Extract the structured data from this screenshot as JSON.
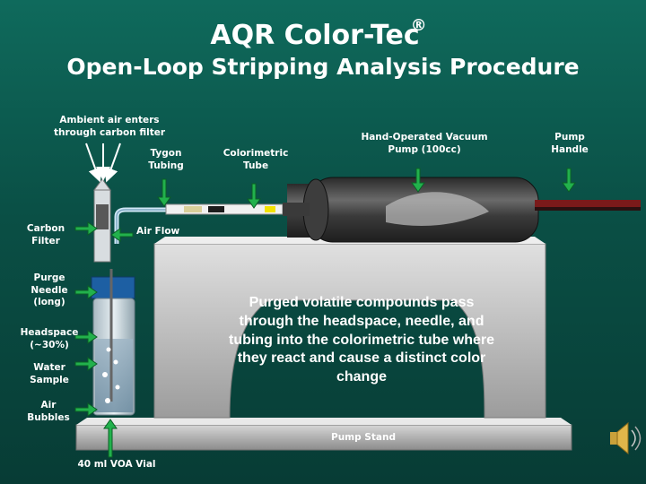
{
  "title": "AQR Color-Tec",
  "title_reg": "®",
  "subtitle": "Open-Loop Stripping Analysis Procedure",
  "labels": {
    "ambient_air": "Ambient air enters through carbon filter",
    "tygon_tubing": "Tygon Tubing",
    "colorimetric_tube": "Colorimetric Tube",
    "vacuum_pump": "Hand-Operated Vacuum Pump (100cc)",
    "pump_handle": "Pump Handle",
    "carbon_filter": "Carbon Filter",
    "air_flow": "Air Flow",
    "purge_needle": "Purge Needle (long)",
    "headspace": "Headspace (~30%)",
    "water_sample": "Water Sample",
    "air_bubbles": "Air Bubbles",
    "pump_stand": "Pump Stand",
    "voa_vial": "40 ml VOA Vial"
  },
  "description": "Purged volatile compounds pass through the headspace, needle, and tubing into the colorimetric tube where they react and cause a distinct color change",
  "colors": {
    "background": "#0a4f45",
    "arrow_green": "#22b14c",
    "stand": "#c8c8c8",
    "pump_body": "#4a4a4a",
    "label_text": "#ffffff"
  }
}
